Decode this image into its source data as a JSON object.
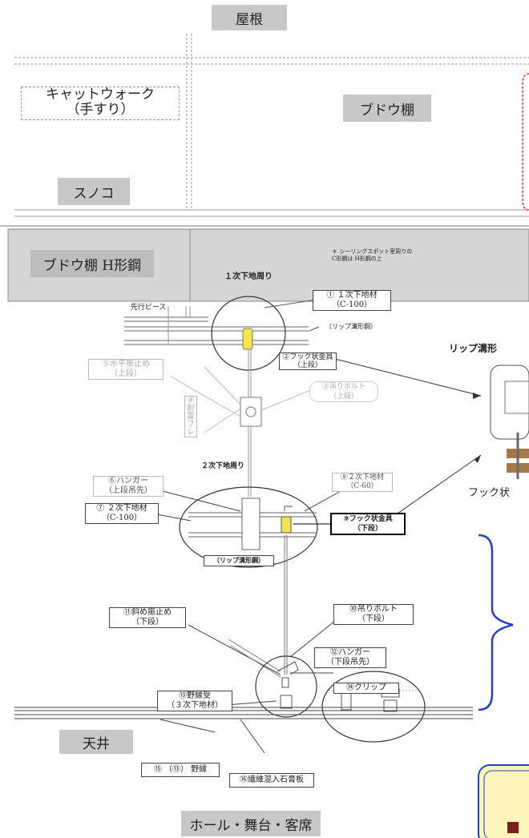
{
  "header": {
    "roof": "屋根"
  },
  "upper": {
    "catwalk": "キャットウォーク\n（手すり）",
    "grape_shelf": "ブドウ棚",
    "sunoko": "スノコ"
  },
  "band": {
    "title": "ブドウ棚  H形鋼",
    "note": "＊ シーリングスポット室周りの\nC形鋼は H形鋼の上",
    "primary_area": "１次下地周り"
  },
  "labels": {
    "sakiko_piece": "先行ピース",
    "l1": "① １次下地材\n（C-100）",
    "lip_upper": "（リップ溝形鋼）",
    "l2": "②フック状金具\n（上段）",
    "l5": "⑤水平振止め\n（上段）",
    "l4": "④\n耐\n震\nブ\nレ",
    "l3": "③吊りボルト\n（上段）",
    "secondary_area": "２次下地周り",
    "l6": "⑥ハンガー\n（上段吊先）",
    "l8": "⑧２次下地材\n（C-60）",
    "l7": "⑦ ２次下地材\n（C-100）",
    "l9": "⑨フック状金具\n（下段）",
    "lip_lower": "（リップ溝形鋼）",
    "l11": "⑪斜め振止め\n（下段）",
    "l10": "⑩吊りボルト\n（下段）",
    "l12": "⑫ハンガー\n（下段吊先）",
    "l13": "⑬野縁受\n（３次下地材）",
    "l14": "⑭クリップ",
    "ceiling": "天井",
    "l15": "⑮ （⑬） 野縁",
    "l16": "⑯繊維混入石膏板",
    "hall": "ホール・舞台・客席"
  },
  "photo": {
    "title": "リップ溝形",
    "caption": "フック状"
  },
  "colors": {
    "gray_box": "#c8c8c8",
    "red_dash": "#e53030",
    "blue_bracket": "#1f3fd4",
    "hook_yellow": "#f3e54d",
    "note_yellow": "#fdf6b8"
  }
}
